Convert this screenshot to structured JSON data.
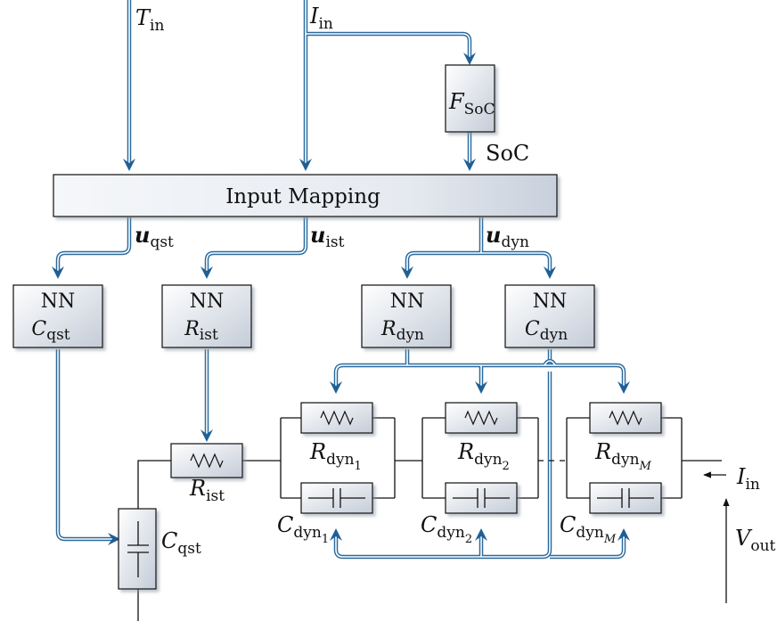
{
  "inputs": {
    "temperature": {
      "base": "T",
      "sub": "in"
    },
    "current": {
      "base": "I",
      "sub": "in"
    }
  },
  "soc_block": {
    "base": "F",
    "sub": "SoC",
    "output": "SoC"
  },
  "input_mapping": {
    "label": "Input Mapping"
  },
  "mapped_vectors": {
    "qst": {
      "base": "u",
      "sub": "qst"
    },
    "ist": {
      "base": "u",
      "sub": "ist"
    },
    "dyn": {
      "base": "u",
      "sub": "dyn"
    }
  },
  "nn_blocks": [
    {
      "title": "NN",
      "base": "C",
      "sub": "qst"
    },
    {
      "title": "NN",
      "base": "R",
      "sub": "ist"
    },
    {
      "title": "NN",
      "base": "R",
      "sub": "dyn"
    },
    {
      "title": "NN",
      "base": "C",
      "sub": "dyn"
    }
  ],
  "circuit": {
    "r_ist": {
      "base": "R",
      "sub": "ist"
    },
    "c_qst": {
      "base": "C",
      "sub": "qst"
    },
    "rc_elements": [
      {
        "r_base": "R",
        "r_sub": "dyn",
        "r_subsub": "1",
        "c_base": "C",
        "c_sub": "dyn",
        "c_subsub": "1"
      },
      {
        "r_base": "R",
        "r_sub": "dyn",
        "r_subsub": "2",
        "c_base": "C",
        "c_sub": "dyn",
        "c_subsub": "2"
      },
      {
        "r_base": "R",
        "r_sub": "dyn",
        "r_subsub": "M",
        "c_base": "C",
        "c_sub": "dyn",
        "c_subsub": "M"
      }
    ],
    "output_current": {
      "base": "I",
      "sub": "in"
    },
    "output_voltage": {
      "base": "V",
      "sub": "out"
    }
  },
  "colors": {
    "signal_line": "#2a6a9e",
    "box_fill_light": "#f4f6f9",
    "box_fill_dark": "#c7cfda",
    "wire": "#111111"
  }
}
